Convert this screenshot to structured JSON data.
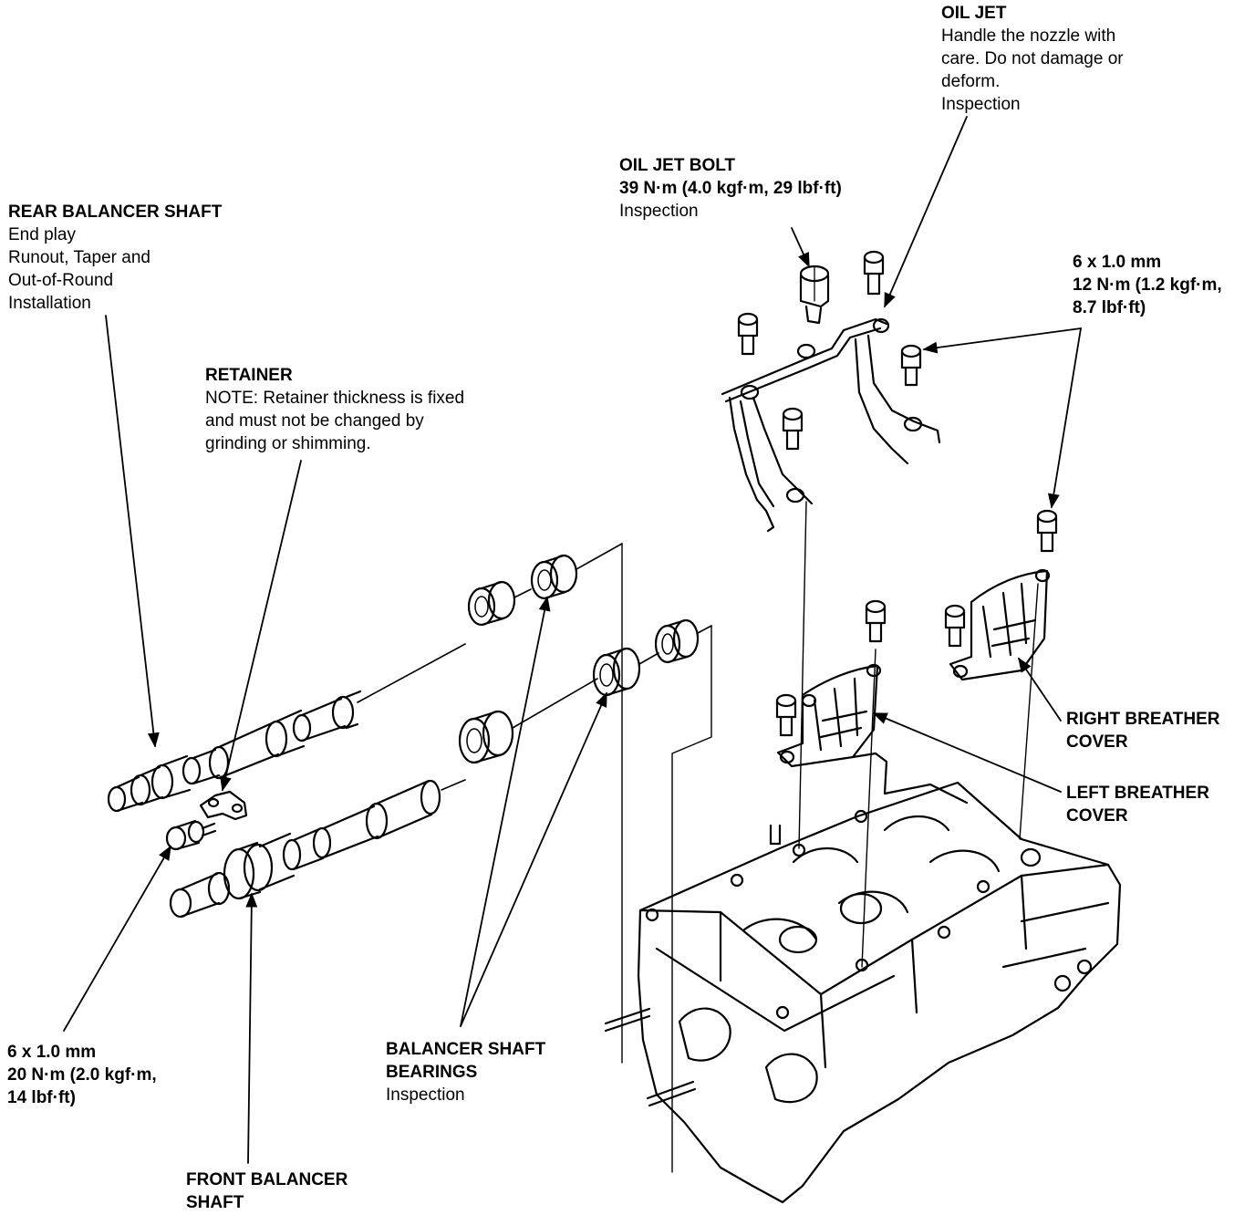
{
  "colors": {
    "ink": "#000000",
    "paper": "#ffffff"
  },
  "callouts": {
    "oil_jet": {
      "title": "OIL JET",
      "lines": [
        "Handle the nozzle with",
        "care. Do not damage or",
        "deform.",
        "Inspection"
      ]
    },
    "oil_jet_bolt": {
      "title": "OIL JET BOLT",
      "spec": "39 N·m (4.0 kgf·m, 29 lbf·ft)",
      "lines": [
        "Inspection"
      ]
    },
    "rear_balancer_shaft": {
      "title": "REAR BALANCER SHAFT",
      "lines": [
        "End play",
        "Runout, Taper and",
        "Out-of-Round",
        "Installation"
      ]
    },
    "retainer": {
      "title": "RETAINER",
      "lines": [
        "NOTE:  Retainer thickness is fixed",
        "and must not be changed by",
        "grinding or shimming."
      ]
    },
    "breather_cover_bolts": {
      "title_lines": [
        "6 x 1.0 mm",
        "12 N·m (1.2 kgf·m,",
        "8.7 lbf·ft)"
      ]
    },
    "right_breather_cover": {
      "title_lines": [
        "RIGHT BREATHER",
        "COVER"
      ]
    },
    "left_breather_cover": {
      "title_lines": [
        "LEFT BREATHER",
        "COVER"
      ]
    },
    "retainer_bolt": {
      "title_lines": [
        "6 x 1.0 mm",
        "20 N·m (2.0 kgf·m,",
        "14 lbf·ft)"
      ]
    },
    "balancer_shaft_bearings": {
      "title_lines": [
        "BALANCER SHAFT",
        "BEARINGS"
      ],
      "lines": [
        "Inspection"
      ]
    },
    "front_balancer_shaft": {
      "title_lines": [
        "FRONT BALANCER",
        "SHAFT"
      ]
    }
  }
}
